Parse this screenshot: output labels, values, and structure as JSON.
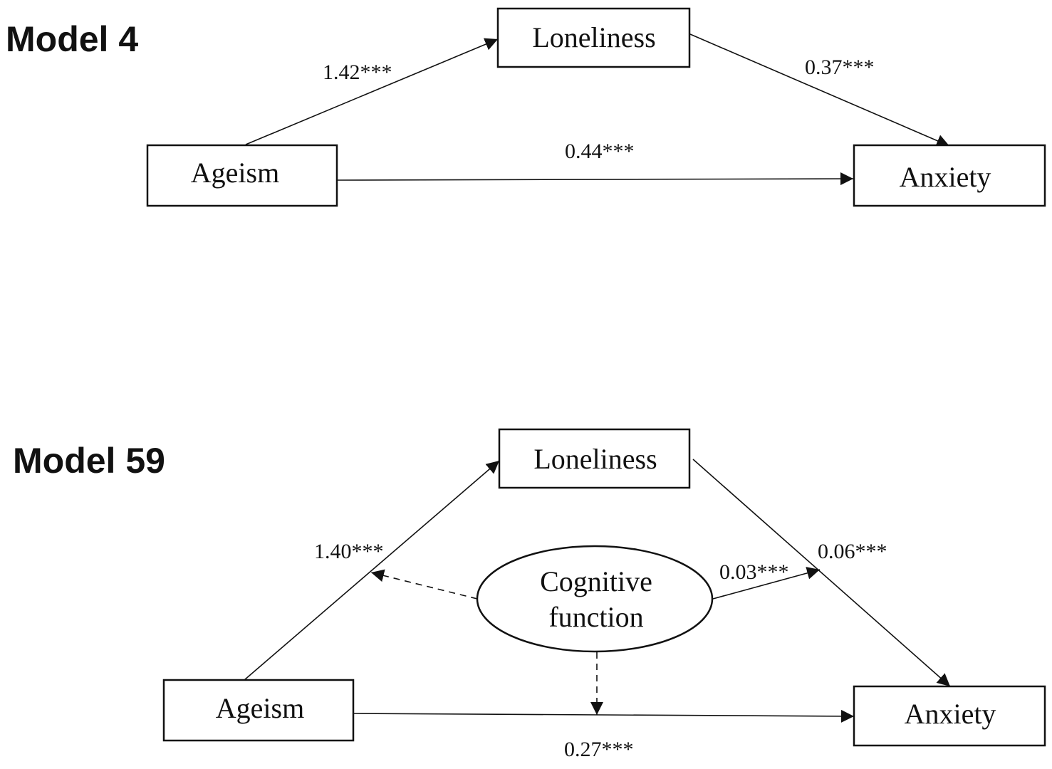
{
  "model4": {
    "title": "Model 4",
    "nodes": {
      "loneliness": "Loneliness",
      "ageism": "Ageism",
      "anxiety": "Anxiety"
    },
    "paths": {
      "ageism_to_loneliness": "1.42***",
      "loneliness_to_anxiety": "0.37***",
      "ageism_to_anxiety": "0.44***"
    }
  },
  "model59": {
    "title": "Model 59",
    "nodes": {
      "loneliness": "Loneliness",
      "ageism": "Ageism",
      "anxiety": "Anxiety",
      "moderator_line1": "Cognitive",
      "moderator_line2": "function"
    },
    "paths": {
      "ageism_to_loneliness": "1.40***",
      "loneliness_to_anxiety": "0.06***",
      "moderator_to_loneliness_anxiety": "0.03***",
      "ageism_to_anxiety": "0.27***"
    }
  }
}
